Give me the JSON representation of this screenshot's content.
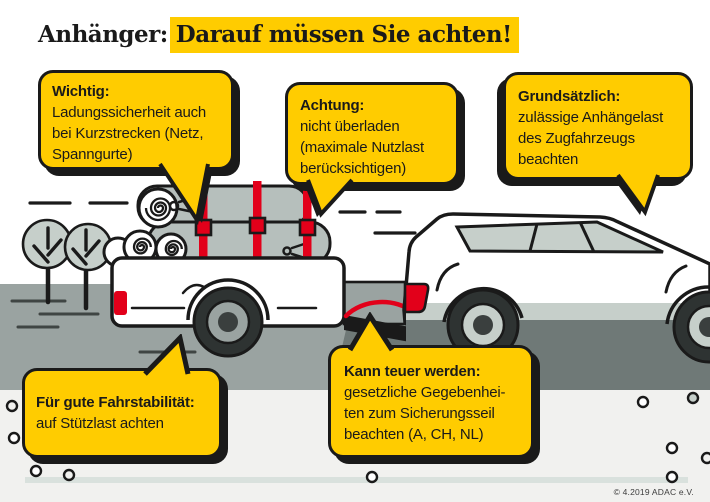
{
  "title": {
    "prefix": "Anhänger:",
    "highlight": "Darauf müssen Sie achten!"
  },
  "bubbles": [
    {
      "id": "wichtig",
      "heading": "Wichtig:",
      "body": "Ladungssicherheit auch\nbei Kurzstrecken (Netz,\nSpanngurte)"
    },
    {
      "id": "achtung",
      "heading": "Achtung:",
      "body": "nicht überladen\n(maximale Nutzlast\nberücksichtigen)"
    },
    {
      "id": "grundsaetzlich",
      "heading": "Grundsätzlich:",
      "body": "zulässige Anhängelast\ndes Zugfahrzeugs\nbeachten"
    },
    {
      "id": "fahrstabilitaet",
      "heading": "Für gute Fahrstabilität:",
      "body": "auf Stützlast achten"
    },
    {
      "id": "kann-teuer-werden",
      "heading": "Kann teuer werden:",
      "body": "gesetzliche Gegebenhei-\nten zum Sicherungsseil\nbeachten (A, CH, NL)"
    }
  ],
  "footer": {
    "copyright": "© 4.2019 ADAC e.V."
  },
  "colors": {
    "brand_yellow": "#FFCC00",
    "signal_red": "#E2001A",
    "outline_black": "#1a1a1a",
    "road_gray": "#9AA3A1",
    "road_dark": "#6F7977",
    "foliage_sage": "#C6CFCA",
    "ground_light": "#F1F1EF",
    "bar_sage": "#D9E1DD"
  },
  "illustration": {
    "scene": "car towing trailer with strapped load, trees, road, pebbles, red safety cable"
  }
}
